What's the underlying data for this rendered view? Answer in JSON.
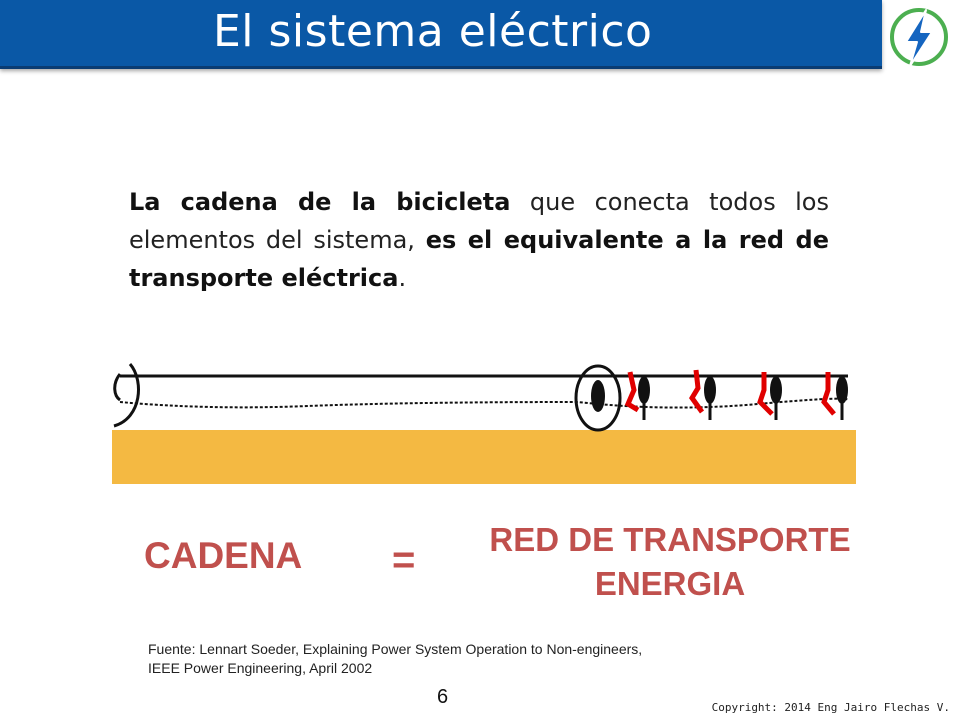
{
  "header": {
    "title": "El sistema eléctrico",
    "brand_color": "#0a58a6",
    "logo_icon": "lightning-bolt-icon"
  },
  "body": {
    "p1_bold": "La cadena de la bicicleta",
    "p1_normal": " que conecta todos los elementos del sistema, ",
    "p1_bold2": "es el equivalente a la red de transporte eléctrica",
    "p1_end": "."
  },
  "equation": {
    "left": "CADENA",
    "operator": "=",
    "right_line1": "RED DE TRANSPORTE",
    "right_line2": "ENERGIA",
    "color": "#c0504d"
  },
  "source": {
    "line1": "Fuente: Lennart Soeder, Explaining Power System Operation to Non-engineers,",
    "line2": "IEEE Power Engineering, April 2002"
  },
  "footer": {
    "page_number": "6",
    "copyright": "Copyright: 2014 Eng Jairo Flechas V."
  }
}
